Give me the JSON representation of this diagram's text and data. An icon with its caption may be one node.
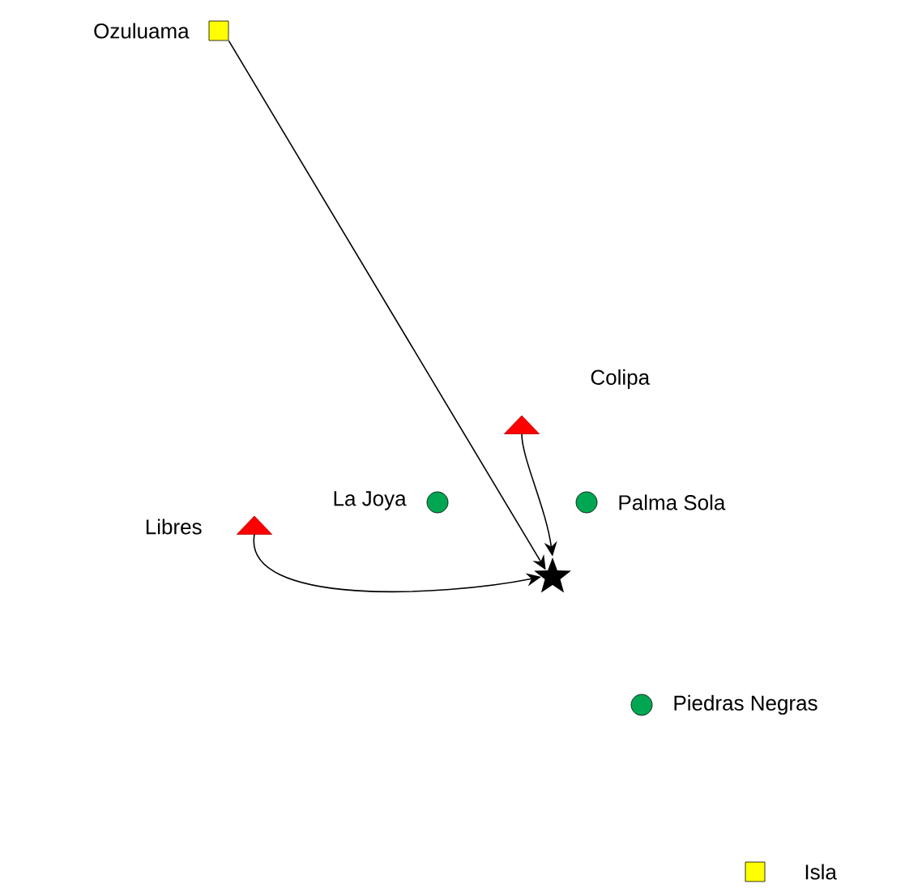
{
  "diagram": {
    "nodes": [
      {
        "text": [],
        "shape": "box",
        "beside": [
          "Ozuluama"
        ]
      },
      {
        "text": [],
        "shape": "triangle",
        "beside": [
          "Colipa"
        ]
      },
      {
        "text": [],
        "shape": "circle",
        "beside": [
          "La Joya"
        ]
      },
      {
        "text": [],
        "shape": "circle",
        "beside": [
          "Palma Sola"
        ]
      },
      {
        "text": [],
        "shape": "triangle",
        "beside": [
          "Libres"
        ]
      },
      {
        "text": [],
        "shape": "star"
      },
      {
        "text": [],
        "shape": "circle",
        "beside": [
          "Piedras Negras"
        ]
      },
      {
        "text": [],
        "shape": "box",
        "beside": [
          "Isla"
        ]
      }
    ],
    "edges": [
      {
        "from": 0,
        "to": 5,
        "arrow": "to"
      },
      {
        "from": 1,
        "to": 5,
        "arrow": "to"
      },
      {
        "from": 4,
        "to": 5,
        "arrow": "to"
      }
    ]
  }
}
